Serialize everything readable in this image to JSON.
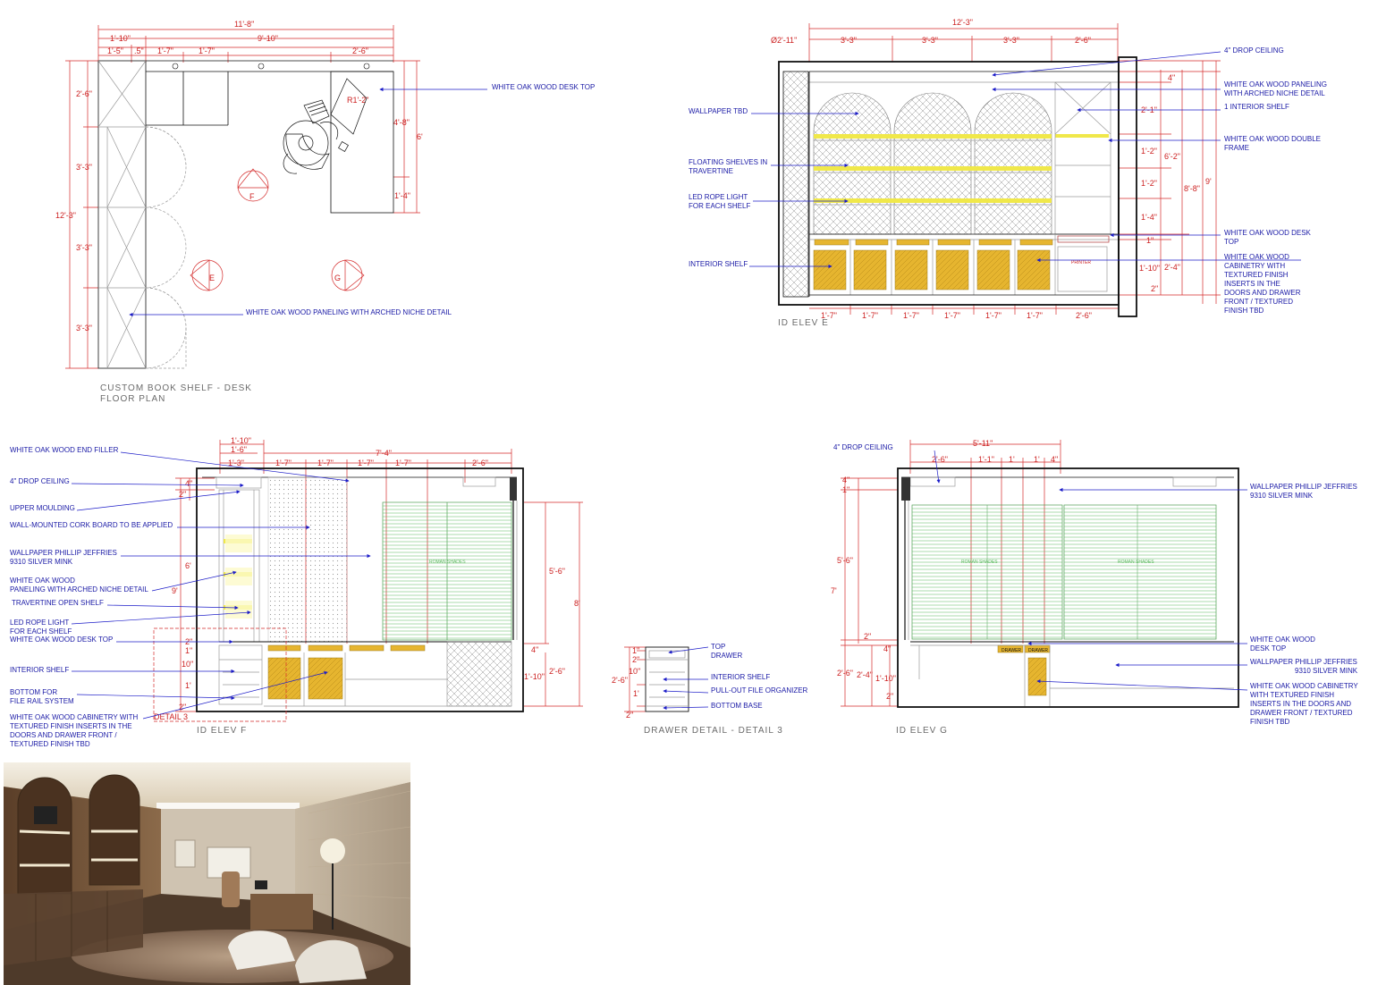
{
  "floor_plan": {
    "title_line1": "CUSTOM BOOK SHELF - DESK",
    "title_line2": "FLOOR PLAN",
    "dims": {
      "overall_width": "11'-8\"",
      "left_depth": "1'-10\"",
      "right_span": "9'-10\"",
      "d1": "1'-5\"",
      "d2": ".5\"",
      "d3": "1'-7\"",
      "d4": "1'-7\"",
      "d5": "2'-6\"",
      "v_top": "2'-6\"",
      "v1": "3'-3\"",
      "v2": "3'-3\"",
      "v3": "3'-3\"",
      "overall_height": "12'-3\"",
      "desk_height": "4'-8\"",
      "desk_total": "6'",
      "desk_lower": "1'-4\"",
      "radius": "R1'-2\""
    },
    "elev_tag_f": "F",
    "elev_tag_e": "E",
    "elev_tag_g": "G",
    "notes": {
      "desk_top": "WHITE OAK WOOD DESK TOP",
      "paneling": "WHITE OAK WOOD PANELING WITH ARCHED NICHE DETAIL"
    }
  },
  "elev_e": {
    "title": "ID ELEV E",
    "dims": {
      "overall": "12'-3\"",
      "arch_dia": "Ø2'-11\"",
      "top1": "3'-3\"",
      "top2": "3'-3\"",
      "top3": "3'-3\"",
      "top4": "2'-6\"",
      "b1": "1'-7\"",
      "b2": "1'-7\"",
      "b3": "1'-7\"",
      "b4": "1'-7\"",
      "b5": "1'-7\"",
      "b6": "1'-7\"",
      "b7": "2'-6\"",
      "r_4in": "4\"",
      "r_2_1": "2'-1\"",
      "r_1_2a": "1'-2\"",
      "r_1_2b": "1'-2\"",
      "r_1_4": "1'-4\"",
      "r_1in": "1\"",
      "r_1_10": "1'-10\"",
      "r_2in": "2\"",
      "r_6_2": "6'-2\"",
      "r_2_4": "2'-4\"",
      "r_8_8": "8'-8\"",
      "r_9": "9'"
    },
    "printer_label": "PRINTER",
    "notes": {
      "wallpaper": "WALLPAPER TBD",
      "floating_1": "FLOATING SHELVES IN",
      "floating_2": "TRAVERTINE",
      "rope_1": "LED ROPE LIGHT",
      "rope_2": "FOR EACH SHELF",
      "interior": "INTERIOR SHELF",
      "drop": "4\" DROP CEILING",
      "paneling_1": "WHITE OAK WOOD PANELING",
      "paneling_2": "WITH ARCHED NICHE DETAIL",
      "one_shelf": "1 INTERIOR SHELF",
      "frame_1": "WHITE OAK WOOD DOUBLE",
      "frame_2": "FRAME",
      "desk_1": "WHITE OAK WOOD DESK",
      "desk_2": "TOP",
      "cab_1": "WHITE OAK WOOD",
      "cab_2": "CABINETRY WITH",
      "cab_3": "TEXTURED FINISH",
      "cab_4": "INSERTS IN THE",
      "cab_5": "DOORS AND DRAWER",
      "cab_6": "FRONT / TEXTURED",
      "cab_7": "FINISH TBD"
    }
  },
  "elev_f": {
    "title": "ID ELEV F",
    "detail_label": "DETAIL 3",
    "shades_label": "ROMAN SHADES",
    "dims": {
      "t_1_10": "1'-10\"",
      "t_1_6": "1'-6\"",
      "t_1_3": "1'-3\"",
      "t_7_4": "7'-4\"",
      "t1": "1'-7\"",
      "t2": "1'-7\"",
      "t3": "1'-7\"",
      "t4": "1'-7\"",
      "t5": "2'-6\"",
      "l_4in": "4\"",
      "l_2in": "2\"",
      "l_6": "6'",
      "l_9": "9'",
      "l_2a": "2\"",
      "l_1": "1\"",
      "l_10": "10\"",
      "l_1b": "1'",
      "l_2b": "2\"",
      "r_5_6": "5'-6\"",
      "r_8": "8'",
      "r_4in": "4\"",
      "r_1_10": "1'-10\"",
      "r_2_6": "2'-6\""
    },
    "notes": {
      "end_filler": "WHITE OAK WOOD END FILLER",
      "drop": "4\" DROP CEILING",
      "moulding": "UPPER MOULDING",
      "cork": "WALL-MOUNTED CORK BOARD TO BE APPLIED",
      "wallpaper_1": "WALLPAPER PHILLIP JEFFRIES",
      "wallpaper_2": "9310 SILVER MINK",
      "paneling_1": "WHITE OAK WOOD",
      "paneling_2": "PANELING WITH ARCHED NICHE DETAIL",
      "trav": "TRAVERTINE OPEN SHELF",
      "rope_1": "LED ROPE LIGHT",
      "rope_2": "FOR EACH SHELF",
      "desk": "WHITE OAK WOOD DESK TOP",
      "interior": "INTERIOR SHELF",
      "bottom_1": "BOTTOM FOR",
      "bottom_2": "FILE RAIL SYSTEM",
      "cab_1": "WHITE OAK WOOD CABINETRY WITH",
      "cab_2": "TEXTURED FINISH INSERTS IN THE",
      "cab_3": "DOORS AND DRAWER FRONT /",
      "cab_4": "TEXTURED FINISH TBD"
    }
  },
  "drawer_detail": {
    "title": "DRAWER DETAIL - DETAIL 3",
    "dims": {
      "d1": "1\"",
      "d2": "2\"",
      "d3": "10\"",
      "d4": "2'-6\"",
      "d5": "1'",
      "d6": "2\""
    },
    "notes": {
      "top_1": "TOP",
      "top_2": "DRAWER",
      "interior": "INTERIOR SHELF",
      "pullout": "PULL-OUT FILE ORGANIZER",
      "base": "BOTTOM BASE"
    }
  },
  "elev_g": {
    "title": "ID ELEV G",
    "shades_label_1": "ROMAN SHADES",
    "shades_label_2": "ROMAN SHADES",
    "drawer_1": "DRAWER",
    "drawer_2": "DRAWER",
    "dims": {
      "t_5_11": "5'-11\"",
      "t_2_6": "2'-6\"",
      "t_1_1": "1'-1\"",
      "t_1a": "1'",
      "t_1b": "1'",
      "t_4in": "4\"",
      "l_4in": "4\"",
      "l_1in": "1\"",
      "l_5_6": "5'-6\"",
      "l_7": "7'",
      "l_2in": "2\"",
      "l_4b": "4\"",
      "l_2_6": "2'-6\"",
      "l_2_4": "2'-4\"",
      "l_1_10": "1'-10\"",
      "l_2b": "2\""
    },
    "notes": {
      "drop": "4\" DROP CEILING",
      "wallpaper_1": "WALLPAPER PHILLIP JEFFRIES",
      "wallpaper_2": "9310 SILVER MINK",
      "desk_1": "WHITE OAK WOOD",
      "desk_2": "DESK TOP",
      "wp2_1": "WALLPAPER PHILLIP JEFFRIES",
      "wp2_2": "9310 SILVER MINK",
      "cab_1": "WHITE OAK WOOD CABINETRY",
      "cab_2": "WITH TEXTURED FINISH",
      "cab_3": "INSERTS IN THE DOORS AND",
      "cab_4": "DRAWER FRONT / TEXTURED",
      "cab_5": "FINISH TBD"
    }
  },
  "colors": {
    "drawing_line": "#111111",
    "dimension": "#cc1f1f",
    "annotation": "#1a1aa6",
    "cabinet_insert": "#e6b52f",
    "led_light": "#f0e84a",
    "roman_shade": "#59b85c"
  }
}
